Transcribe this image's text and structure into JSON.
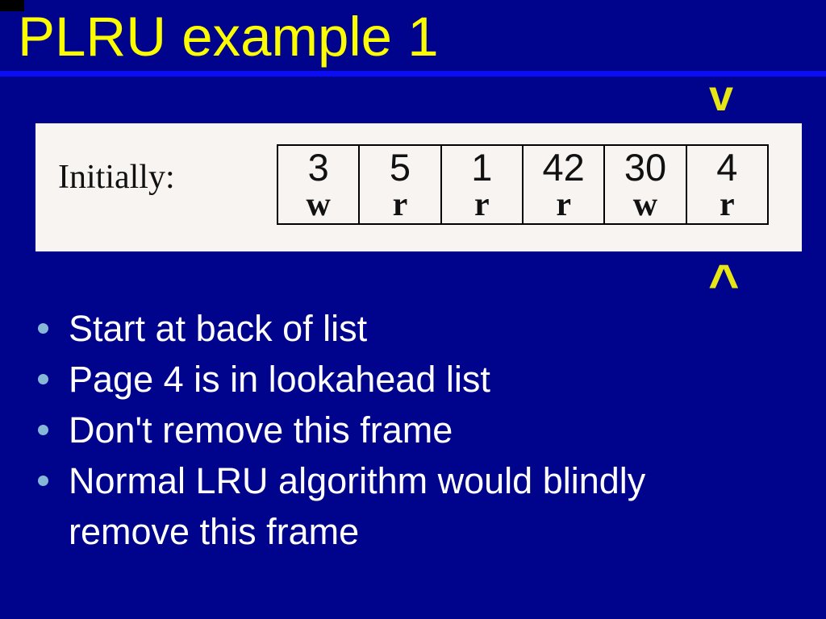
{
  "slide": {
    "title": "PLRU example 1",
    "top_marker": "v",
    "bottom_marker": "^",
    "figure": {
      "label": "Initially:",
      "frames": [
        {
          "page": "3",
          "mode": "w"
        },
        {
          "page": "5",
          "mode": "r"
        },
        {
          "page": "1",
          "mode": "r"
        },
        {
          "page": "42",
          "mode": "r"
        },
        {
          "page": "30",
          "mode": "w"
        },
        {
          "page": "4",
          "mode": "r"
        }
      ]
    },
    "bullets": [
      "Start at back of list",
      "Page 4 is in lookahead list",
      "Don't remove this frame",
      "Normal LRU algorithm would blindly remove this frame"
    ],
    "colors": {
      "background": "#00048C",
      "title_yellow": "#FCFC00",
      "rule_blue": "#0D0DF5",
      "marker_yellow": "#E8E515",
      "panel_white": "#F8F4F2",
      "bullet_dot_blue": "#86B7D7",
      "body_text": "#FFFFFF"
    }
  }
}
